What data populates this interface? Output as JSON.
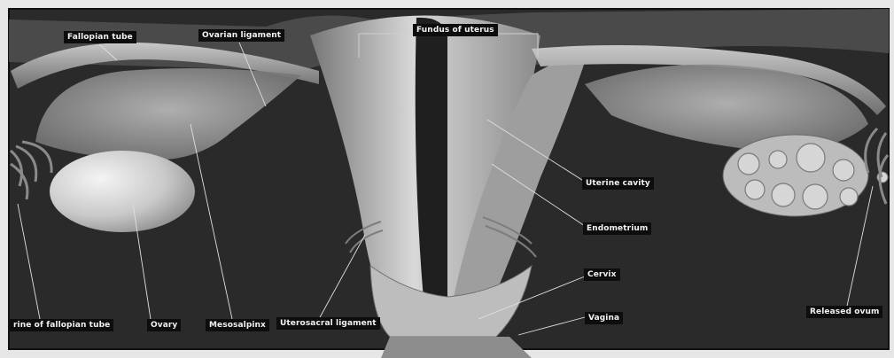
{
  "diagram": {
    "labels": {
      "fallopian_tube": "Fallopian tube",
      "ovarian_ligament": "Ovarian ligament",
      "fundus_of_uterus": "Fundus of uterus",
      "uterine_cavity": "Uterine cavity",
      "endometrium": "Endometrium",
      "cervix": "Cervix",
      "vagina": "Vagina",
      "released_ovum": "Released ovum",
      "fimbriae_of_fallopian_tube": "rine of fallopian tube",
      "ovary": "Ovary",
      "mesosalpinx": "Mesosalpinx",
      "uterosacral_ligament": "Uterosacral ligament"
    }
  }
}
